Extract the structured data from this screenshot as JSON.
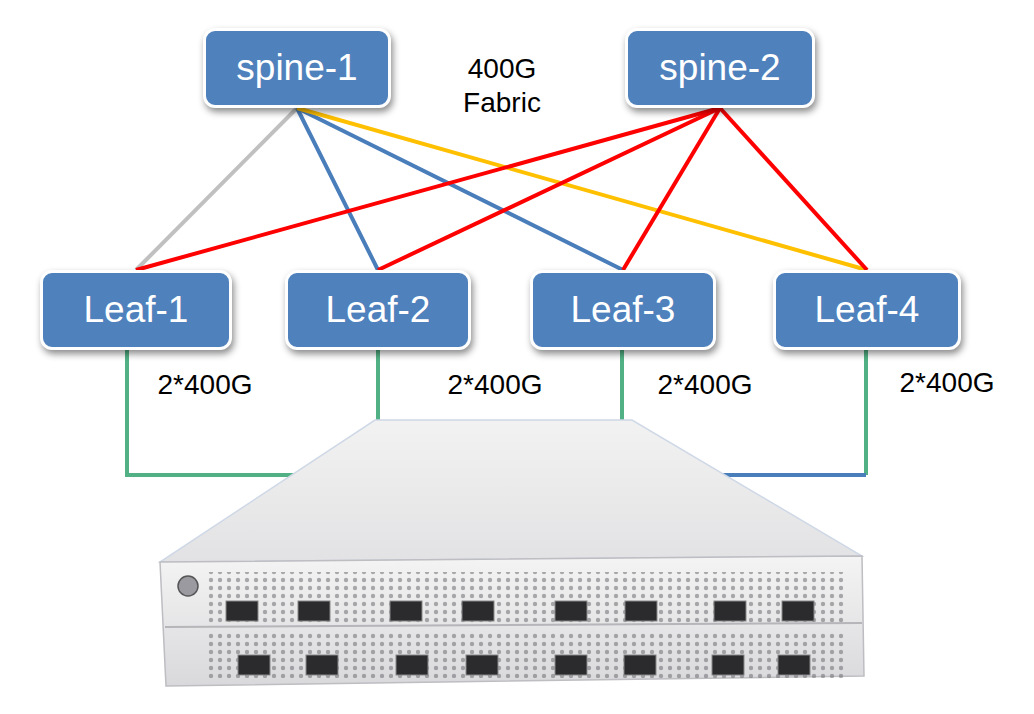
{
  "diagram": {
    "nodes": [
      {
        "text": [
          "spine-1"
        ]
      },
      {
        "text": [
          "spine-2"
        ]
      },
      {
        "text": [
          "Leaf-1"
        ]
      },
      {
        "text": [
          "Leaf-2"
        ]
      },
      {
        "text": [
          "Leaf-3"
        ]
      },
      {
        "text": [
          "Leaf-4"
        ]
      }
    ],
    "edges": [
      {
        "from": 0,
        "to": 2,
        "arrow": "none"
      },
      {
        "from": 0,
        "to": 3,
        "arrow": "none"
      },
      {
        "from": 0,
        "to": 4,
        "arrow": "none"
      },
      {
        "from": 0,
        "to": 5,
        "arrow": "none"
      },
      {
        "from": 1,
        "to": 2,
        "arrow": "none"
      },
      {
        "from": 1,
        "to": 3,
        "arrow": "none"
      },
      {
        "from": 1,
        "to": 4,
        "arrow": "none"
      },
      {
        "from": 1,
        "to": 5,
        "arrow": "none"
      }
    ],
    "labels": [
      "400G Fabric",
      "2*400G",
      "2*400G",
      "2*400G",
      "2*400G"
    ]
  }
}
